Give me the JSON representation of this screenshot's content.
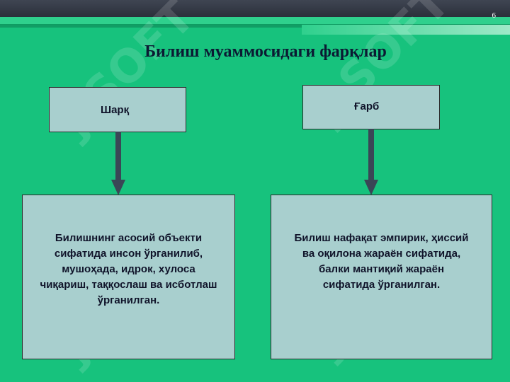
{
  "slide": {
    "number": "6",
    "title": "Билиш муаммосидаги фарқлар"
  },
  "left": {
    "label": "Шарқ",
    "description": "Билишнинг асосий объекти сифатида инсон ўрганилиб, мушоҳада, идрок, хулоса чиқариш, таққослаш ва исботлаш ўрганилган."
  },
  "right": {
    "label": "Ғарб",
    "description": "Билиш нафақат эмпирик, ҳиссий ва оқилона жараён сифатида, балки мантиқий жараён сифатида ўрганилган."
  },
  "colors": {
    "background": "#17c27d",
    "box_fill": "#a8cfce",
    "arrow": "#3a4656"
  }
}
